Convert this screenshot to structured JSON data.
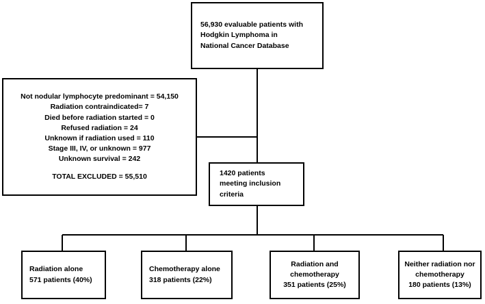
{
  "top_box": {
    "lines": [
      "56,930 evaluable patients with",
      "Hodgkin Lymphoma in",
      "National Cancer Database"
    ]
  },
  "exclusion_box": {
    "lines": [
      "Not nodular lymphocyte predominant = 54,150",
      "Radiation contraindicated= 7",
      "Died before radiation started = 0",
      "Refused radiation = 24",
      "Unknown if radiation used = 110",
      "Stage III, IV, or unknown = 977",
      "Unknown survival = 242"
    ],
    "total": "TOTAL EXCLUDED = 55,510"
  },
  "inclusion_box": {
    "lines": [
      "1420 patients",
      "meeting inclusion",
      "criteria"
    ]
  },
  "outcome_boxes": [
    {
      "lines": [
        "Radiation alone",
        "571 patients (40%)"
      ]
    },
    {
      "lines": [
        "Chemotherapy alone",
        "318 patients (22%)"
      ]
    },
    {
      "lines": [
        "Radiation and",
        "chemotherapy",
        "351 patients (25%)"
      ]
    },
    {
      "lines": [
        "Neither radiation nor",
        "chemotherapy",
        "180 patients (13%)"
      ]
    }
  ]
}
